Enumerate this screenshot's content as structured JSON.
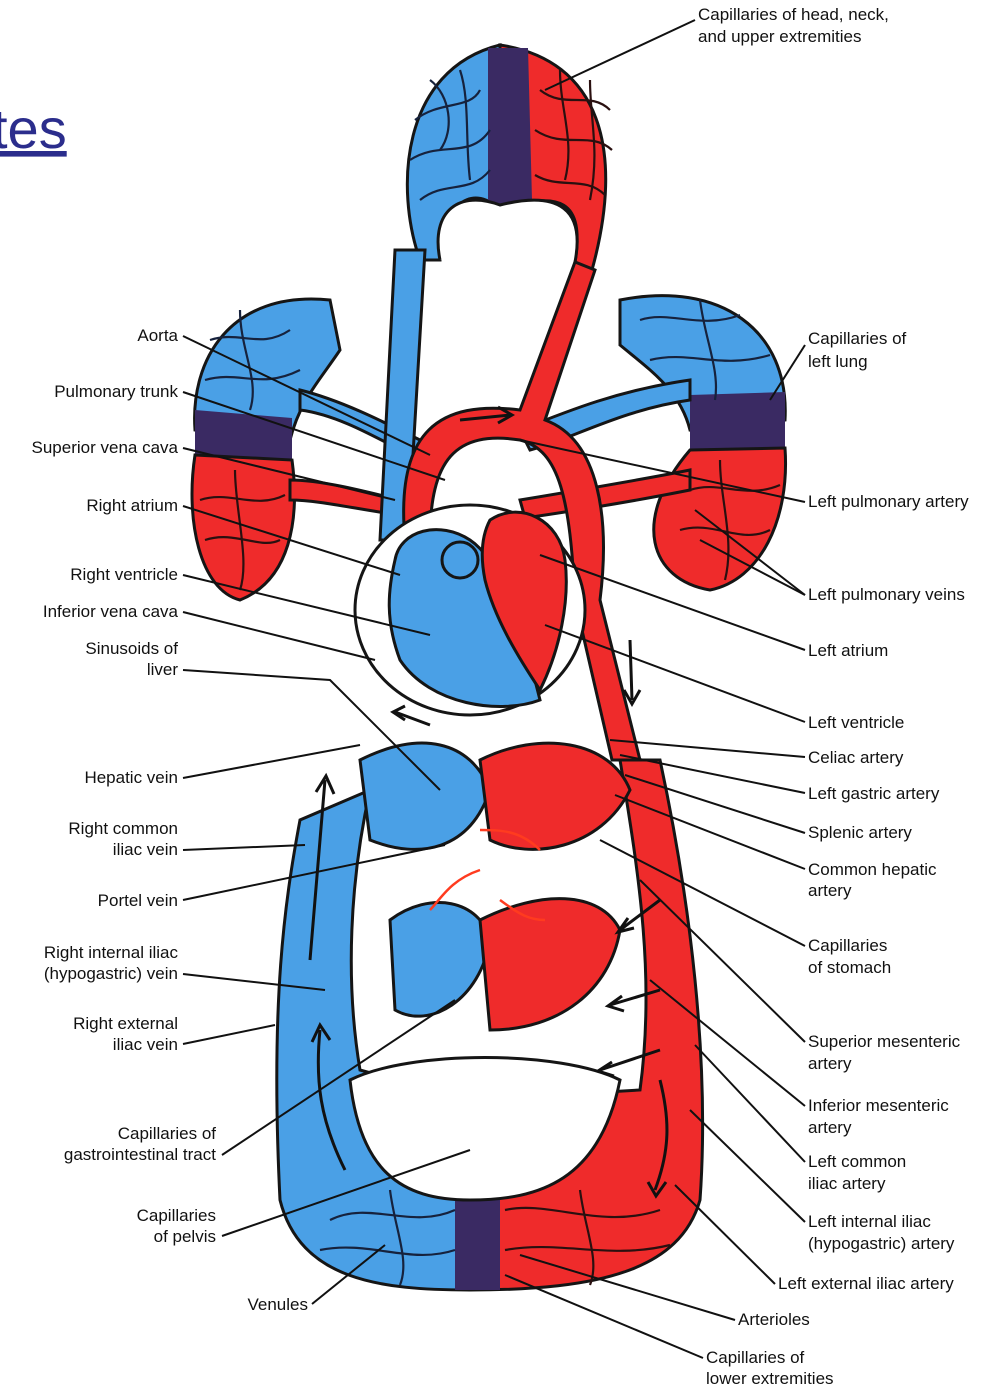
{
  "title_link": "tes",
  "labels": {
    "cap_head": [
      "Capillaries of head, neck,",
      "and upper extremities"
    ],
    "cap_left_lung": [
      "Capillaries of",
      "left lung"
    ],
    "aorta": "Aorta",
    "pulmonary_trunk": "Pulmonary trunk",
    "superior_vena_cava": "Superior vena cava",
    "right_atrium": "Right atrium",
    "right_ventricle": "Right ventricle",
    "inferior_vena_cava": "Inferior vena cava",
    "sinusoids_liver": [
      "Sinusoids of",
      "liver"
    ],
    "hepatic_vein": "Hepatic vein",
    "right_common_iliac_vein": [
      "Right common",
      "iliac vein"
    ],
    "portel_vein": "Portel vein",
    "right_internal_iliac_vein": [
      "Right internal iliac",
      "(hypogastric) vein"
    ],
    "right_external_iliac_vein": [
      "Right external",
      "iliac vein"
    ],
    "cap_gi_tract": [
      "Capillaries of",
      "gastrointestinal tract"
    ],
    "cap_pelvis": [
      "Capillaries",
      "of pelvis"
    ],
    "venules": "Venules",
    "left_pulmonary_artery": "Left pulmonary artery",
    "left_pulmonary_veins": "Left pulmonary veins",
    "left_atrium": "Left atrium",
    "left_ventricle": "Left ventricle",
    "celiac_artery": "Celiac artery",
    "left_gastric_artery": "Left gastric artery",
    "splenic_artery": "Splenic artery",
    "common_hepatic_artery": [
      "Common hepatic",
      "artery"
    ],
    "cap_stomach": [
      "Capillaries",
      "of stomach"
    ],
    "superior_mesenteric_artery": [
      "Superior mesenteric",
      "artery"
    ],
    "inferior_mesenteric_artery": [
      "Inferior mesenteric",
      "artery"
    ],
    "left_common_iliac_artery": [
      "Left common",
      "iliac artery"
    ],
    "left_internal_iliac_artery": [
      "Left internal iliac",
      "(hypogastric) artery"
    ],
    "left_external_iliac_artery": "Left external iliac artery",
    "arterioles": "Arterioles",
    "cap_lower_extremities": [
      "Capillaries of",
      "lower extremities"
    ]
  },
  "colors": {
    "venous_blood": "#4aa0e6",
    "arterial_blood": "#ef2b2b",
    "capillary_mix": "#3a2a63",
    "link": "#2b2d8c"
  }
}
